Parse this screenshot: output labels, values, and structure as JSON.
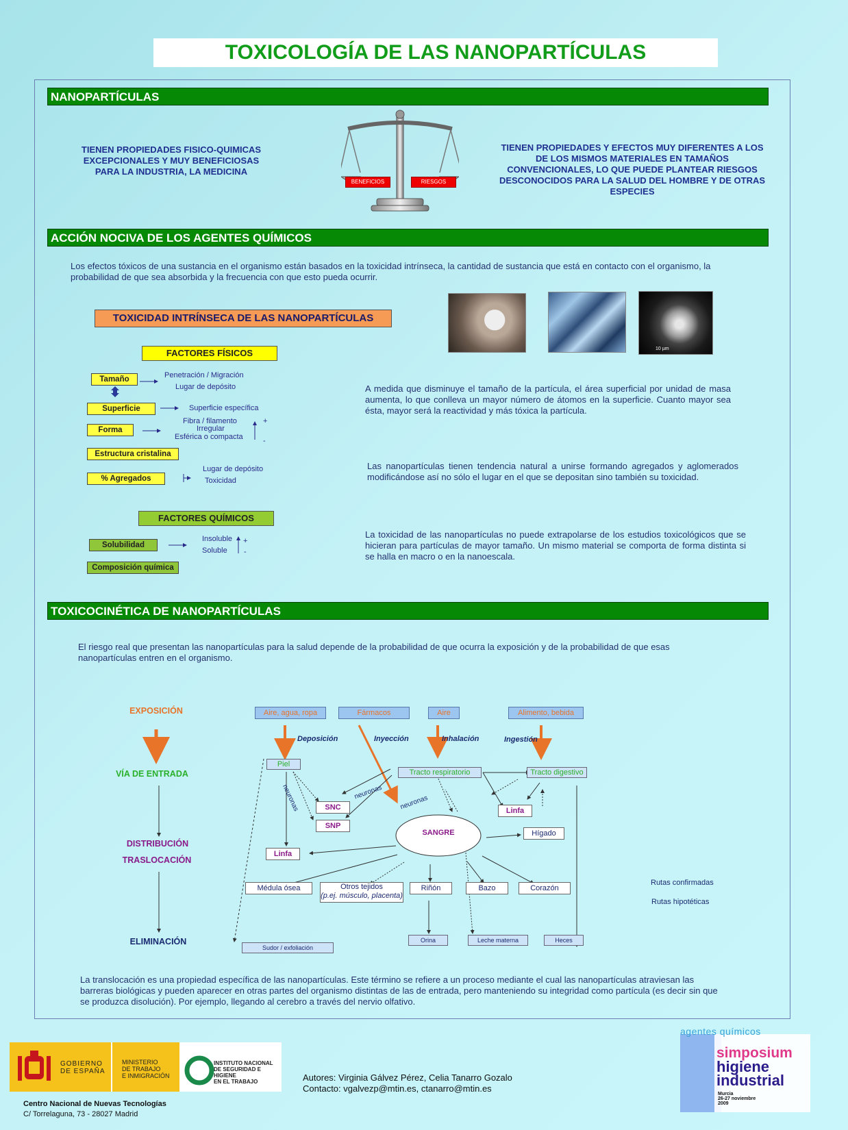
{
  "title": "TOXICOLOGÍA DE LAS NANOPARTÍCULAS",
  "sec1": {
    "header": "NANOPARTÍCULAS",
    "left_text": "TIENEN PROPIEDADES FISICO-QUIMICAS EXCEPCIONALES Y MUY BENEFICIOSAS PARA LA INDUSTRIA, LA MEDICINA",
    "right_text": "TIENEN PROPIEDADES Y EFECTOS MUY DIFERENTES A LOS DE LOS MISMOS MATERIALES EN TAMAÑOS CONVENCIONALES, LO QUE PUEDE PLANTEAR RIESGOS DESCONOCIDOS PARA LA SALUD DEL HOMBRE Y DE OTRAS ESPECIES",
    "scale_left": "BENEFICIOS",
    "scale_right": "RIESGOS"
  },
  "sec2": {
    "header": "ACCIÓN NOCIVA DE LOS AGENTES QUÍMICOS",
    "intro": "Los efectos tóxicos de una sustancia en el organismo están basados en la toxicidad intrínseca, la cantidad de sustancia que está en contacto con el organismo, la probabilidad de que sea absorbida y la frecuencia con que esto pueda ocurrir.",
    "intrinsic_header": "TOXICIDAD INTRÍNSECA DE LAS NANOPARTÍCULAS",
    "physical_header": "FACTORES FÍSICOS",
    "tamano": "Tamaño",
    "tamano_r1": "Penetración / Migración",
    "tamano_r2": "Lugar de depósito",
    "superficie": "Superficie",
    "superficie_r": "Superficie específica",
    "forma": "Forma",
    "forma_r1": "Fibra / filamento",
    "forma_r2": "Irregular",
    "forma_r3": "Esférica o compacta",
    "plus": "+",
    "minus": "-",
    "estructura": "Estructura cristalina",
    "agregados": "% Agregados",
    "agregados_r1": "Lugar de depósito",
    "agregados_r2": "Toxicidad",
    "chemical_header": "FACTORES QUÍMICOS",
    "solubilidad": "Solubilidad",
    "sol_r1": "Insoluble",
    "sol_r2": "Soluble",
    "composicion": "Composición química",
    "para1": "A medida que disminuye el tamaño de la partícula, el área superficial por unidad de masa aumenta, lo que conlleva un mayor número de átomos en la superficie. Cuanto mayor sea ésta, mayor será la reactividad y más tóxica la partícula.",
    "para2": "Las nanopartículas tienen tendencia natural a unirse formando agregados y aglomerados modificándose así no sólo el lugar en el que se depositan sino también su toxicidad.",
    "para3": "La toxicidad de las nanopartículas no puede extrapolarse de los estudios toxicológicos que se hicieran para partículas de mayor tamaño. Un mismo material se comporta de forma distinta si se halla en macro o en la nanoescala.",
    "scale_bar": "10 µm"
  },
  "sec3": {
    "header": "TOXICOCINÉTICA DE NANOPARTÍCULAS",
    "intro": "El riesgo real que presentan las nanopartículas para la salud depende de la probabilidad de que ocurra la exposición y de la probabilidad de que esas nanopartículas entren en el organismo.",
    "stage_exposicion": "EXPOSICIÓN",
    "stage_via": "VÍA DE ENTRADA",
    "stage_distribucion": "DISTRIBUCIÓN",
    "stage_translocacion": "TRASLOCACIÓN",
    "stage_eliminacion": "ELIMINACIÓN",
    "src_aire_agua": "Aire, agua, ropa",
    "src_farmacos": "Fármacos",
    "src_aire": "Aire",
    "src_alimento": "Alimento, bebida",
    "lbl_deposicion": "Deposición",
    "lbl_inyeccion": "Inyección",
    "lbl_inhalacion": "Inhalación",
    "lbl_ingestion": "Ingestión",
    "n_piel": "Piel",
    "n_tracto_resp": "Tracto respiratorio",
    "n_tracto_dig": "Tracto digestivo",
    "n_snc": "SNC",
    "n_snp": "SNP",
    "n_linfa1": "Linfa",
    "n_linfa2": "Linfa",
    "n_higado": "Hígado",
    "n_sangre": "SANGRE",
    "n_medula": "Médula ósea",
    "n_otros": "Otros tejidos",
    "n_otros_sub": "(p.ej. músculo, placenta)",
    "n_rinon": "Riñón",
    "n_bazo": "Bazo",
    "n_corazon": "Corazón",
    "n_sudor": "Sudor / exfoliación",
    "n_orina": "Orina",
    "n_leche": "Leche materna",
    "n_heces": "Heces",
    "lbl_neuronas": "neuronas",
    "legend_confirmed": "Rutas confirmadas",
    "legend_hypothetical": "Rutas hipotéticas",
    "closing": "La translocación es una propiedad específica de las nanopartículas. Este término se refiere a un proceso mediante el cual las nanopartículas atraviesan las barreras biológicas y pueden aparecer en otras partes del organismo distintas de las de entrada, pero manteniendo su integridad como partícula (es decir sin que se produzca disolución). Por ejemplo, llegando al cerebro a través del nervio olfativo."
  },
  "footer": {
    "gob_line1": "GOBIERNO",
    "gob_line2": "DE ESPAÑA",
    "min_line1": "MINISTERIO",
    "min_line2": "DE TRABAJO",
    "min_line3": "E INMIGRACIÓN",
    "inst_line1": "INSTITUTO NACIONAL",
    "inst_line2": "DE SEGURIDAD E HIGIENE",
    "inst_line3": "EN EL TRABAJO",
    "centro": "Centro Nacional de Nuevas Tecnologías",
    "address": "C/ Torrelaguna, 73  -  28027 Madrid",
    "authors": "Autores: Virginia Gálvez Pérez, Celia Tanarro Gozalo",
    "contact": "Contacto: vgalvezp@mtin.es, ctanarro@mtin.es",
    "sym_top": "agentes químicos",
    "sym_1": "simposium",
    "sym_2": "higiene",
    "sym_3": "industrial",
    "sym_city": "Murcia",
    "sym_date": "26-27 noviembre",
    "sym_year": "2009"
  }
}
